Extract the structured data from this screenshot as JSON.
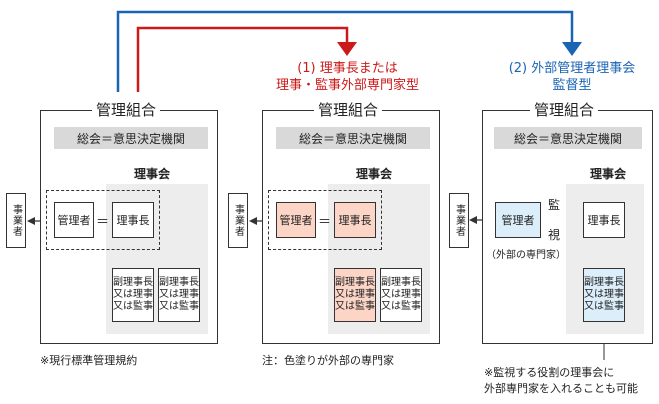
{
  "top_labels": {
    "red_line1": "(1) 理事長または",
    "red_line2": "理事・監事外部専門家型",
    "blue_line1": "(2) 外部管理者理事会",
    "blue_line2": "監督型"
  },
  "colors": {
    "red": "#cc1a1a",
    "blue": "#1a64b4",
    "ext_red": "#fcd5c7",
    "ext_blue": "#dbeefa"
  },
  "panels": [
    {
      "title": "管理組合",
      "soukai": "総会＝意思決定機関",
      "rijikai": "理事会",
      "kanrisha": "管理者",
      "equals": "＝",
      "rijicho": "理事長",
      "deputy_a": [
        "副理事長",
        "又は理事",
        "又は監事"
      ],
      "deputy_b": [
        "副理事長",
        "又は理事",
        "又は監事"
      ],
      "jigyosha": "事業者",
      "note": "※現行標準管理規約"
    },
    {
      "title": "管理組合",
      "soukai": "総会＝意思決定機関",
      "rijikai": "理事会",
      "kanrisha": "管理者",
      "equals": "＝",
      "rijicho": "理事長",
      "deputy_a": [
        "副理事長",
        "又は理事",
        "又は監事"
      ],
      "deputy_b": [
        "副理事長",
        "又は理事",
        "又は監事"
      ],
      "jigyosha": "事業者",
      "note": "注：色塗りが外部の専門家"
    },
    {
      "title": "管理組合",
      "soukai": "総会＝意思決定機関",
      "rijikai": "理事会",
      "kanrisha": "管理者",
      "kanrisha_note": "（外部の専門家）",
      "rijicho": "理事長",
      "deputy_a": [
        "副理事長",
        "又は理事",
        "又は監事"
      ],
      "kanshi_1": "監",
      "kanshi_2": "視",
      "jigyosha": "事業者",
      "note_line1": "※監視する役割の理事会に",
      "note_line2": "外部専門家を入れることも可能"
    }
  ]
}
